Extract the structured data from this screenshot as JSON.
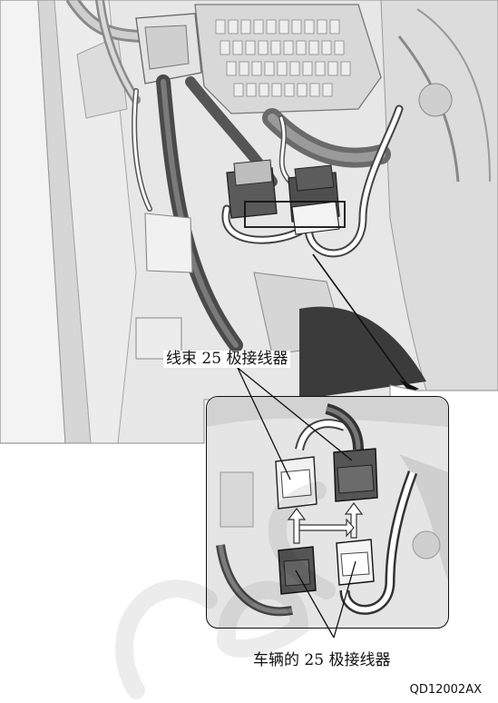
{
  "labels": {
    "harness_connector": "线束 25 极接线器",
    "vehicle_connector": "车辆的 25 极接线器",
    "figure_id": "QD12002AX"
  }
}
